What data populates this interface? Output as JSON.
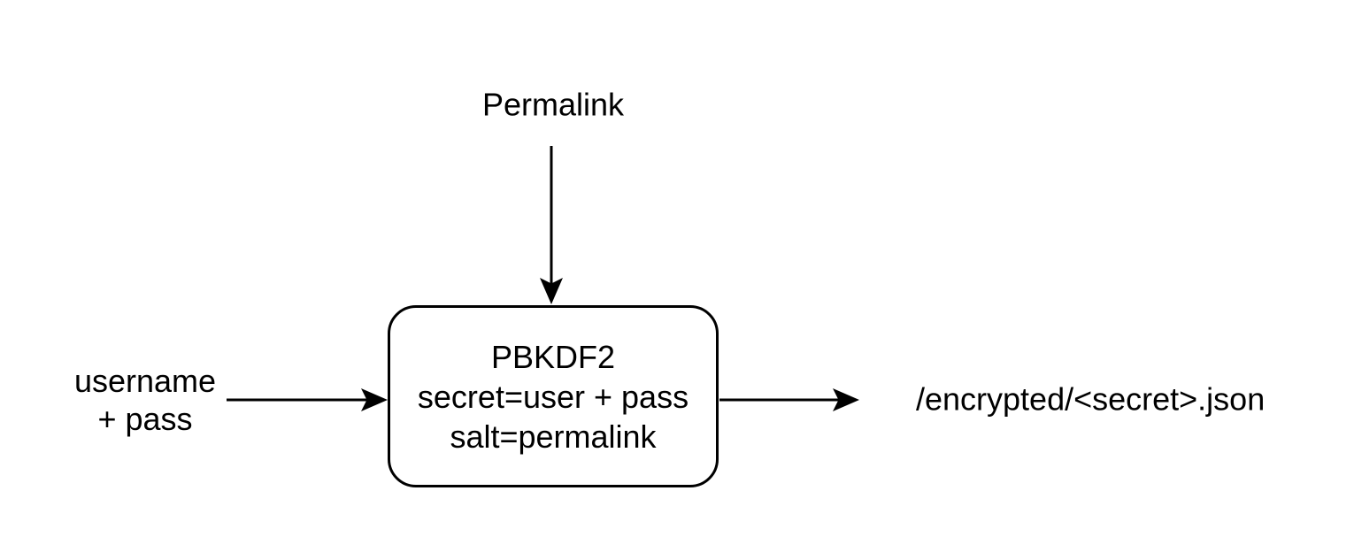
{
  "canvas": {
    "background_color": "#ffffff",
    "stroke_color": "#000000",
    "text_color": "#000000"
  },
  "diagram": {
    "top_label": "Permalink",
    "left_label_line1": "username",
    "left_label_line2": "+ pass",
    "node": {
      "line1": "PBKDF2",
      "line2": "secret=user + pass",
      "line3": "salt=permalink"
    },
    "output_label": "/encrypted/<secret>.json"
  }
}
